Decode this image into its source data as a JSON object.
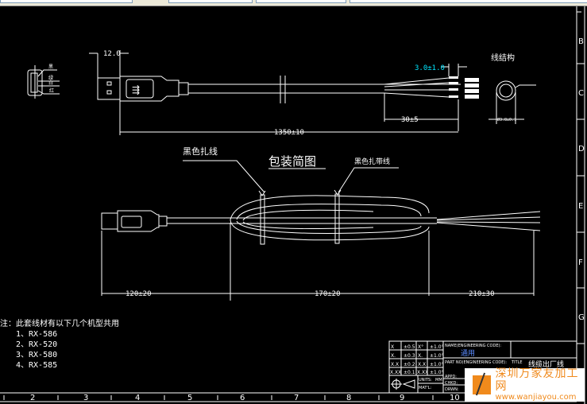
{
  "window": {
    "toolbar_fields": 4
  },
  "drawing": {
    "usb_pin_labels": [
      "黑",
      "绿",
      "白",
      "红"
    ],
    "dim_plug": "12.0",
    "dim_strip": "3.0±1.0",
    "dim_total": "1350±10",
    "dim_tail": "30±5",
    "cable_structure_title": "线结构",
    "cable_diameter": "Ø3.8±0.1",
    "package_title": "包装简图",
    "tie_label_left": "黑色扎线",
    "tie_label_right": "黑色扎带线",
    "dim_pkg_1": "120±20",
    "dim_pkg_2": "170±20",
    "dim_pkg_3": "210±30"
  },
  "notes": {
    "heading": "注：此套线材有以下几个机型共用",
    "items": [
      "1、RX-586",
      "2、RX-520",
      "3、RX-580",
      "4、RX-585"
    ]
  },
  "title_block": {
    "tolerances": [
      [
        "X",
        "±0.5",
        "X°",
        "±1.0°"
      ],
      [
        "X.",
        "±0.3",
        "X.",
        "±1.0°"
      ],
      [
        "X.X",
        "±0.2",
        "X.X",
        "±1.0°"
      ],
      [
        "X.XX",
        "±0.1",
        "X.XX",
        "±1.0°"
      ]
    ],
    "name_label": "NAME(ENGINEERING CODE):",
    "name_value": "通用",
    "part_label": "PART NO(ENGINEERING CODE):",
    "title_label": "TITLE",
    "title_value": "线缆出厂线",
    "units_label": "UNITS:",
    "units_value": "MM",
    "matl_label": "MAT'L:",
    "appd_label": "APPD:",
    "chkd_label": "CHKD:",
    "drwn_label": "DRWN:"
  },
  "ruler": {
    "columns": [
      "2",
      "3",
      "4",
      "5",
      "6",
      "7",
      "8",
      "9",
      "10"
    ],
    "rows": [
      "B",
      "C",
      "D",
      "E",
      "F",
      "G"
    ]
  },
  "watermark": {
    "name": "深圳万家友加工网",
    "url": "www.wanjiayou.com"
  }
}
